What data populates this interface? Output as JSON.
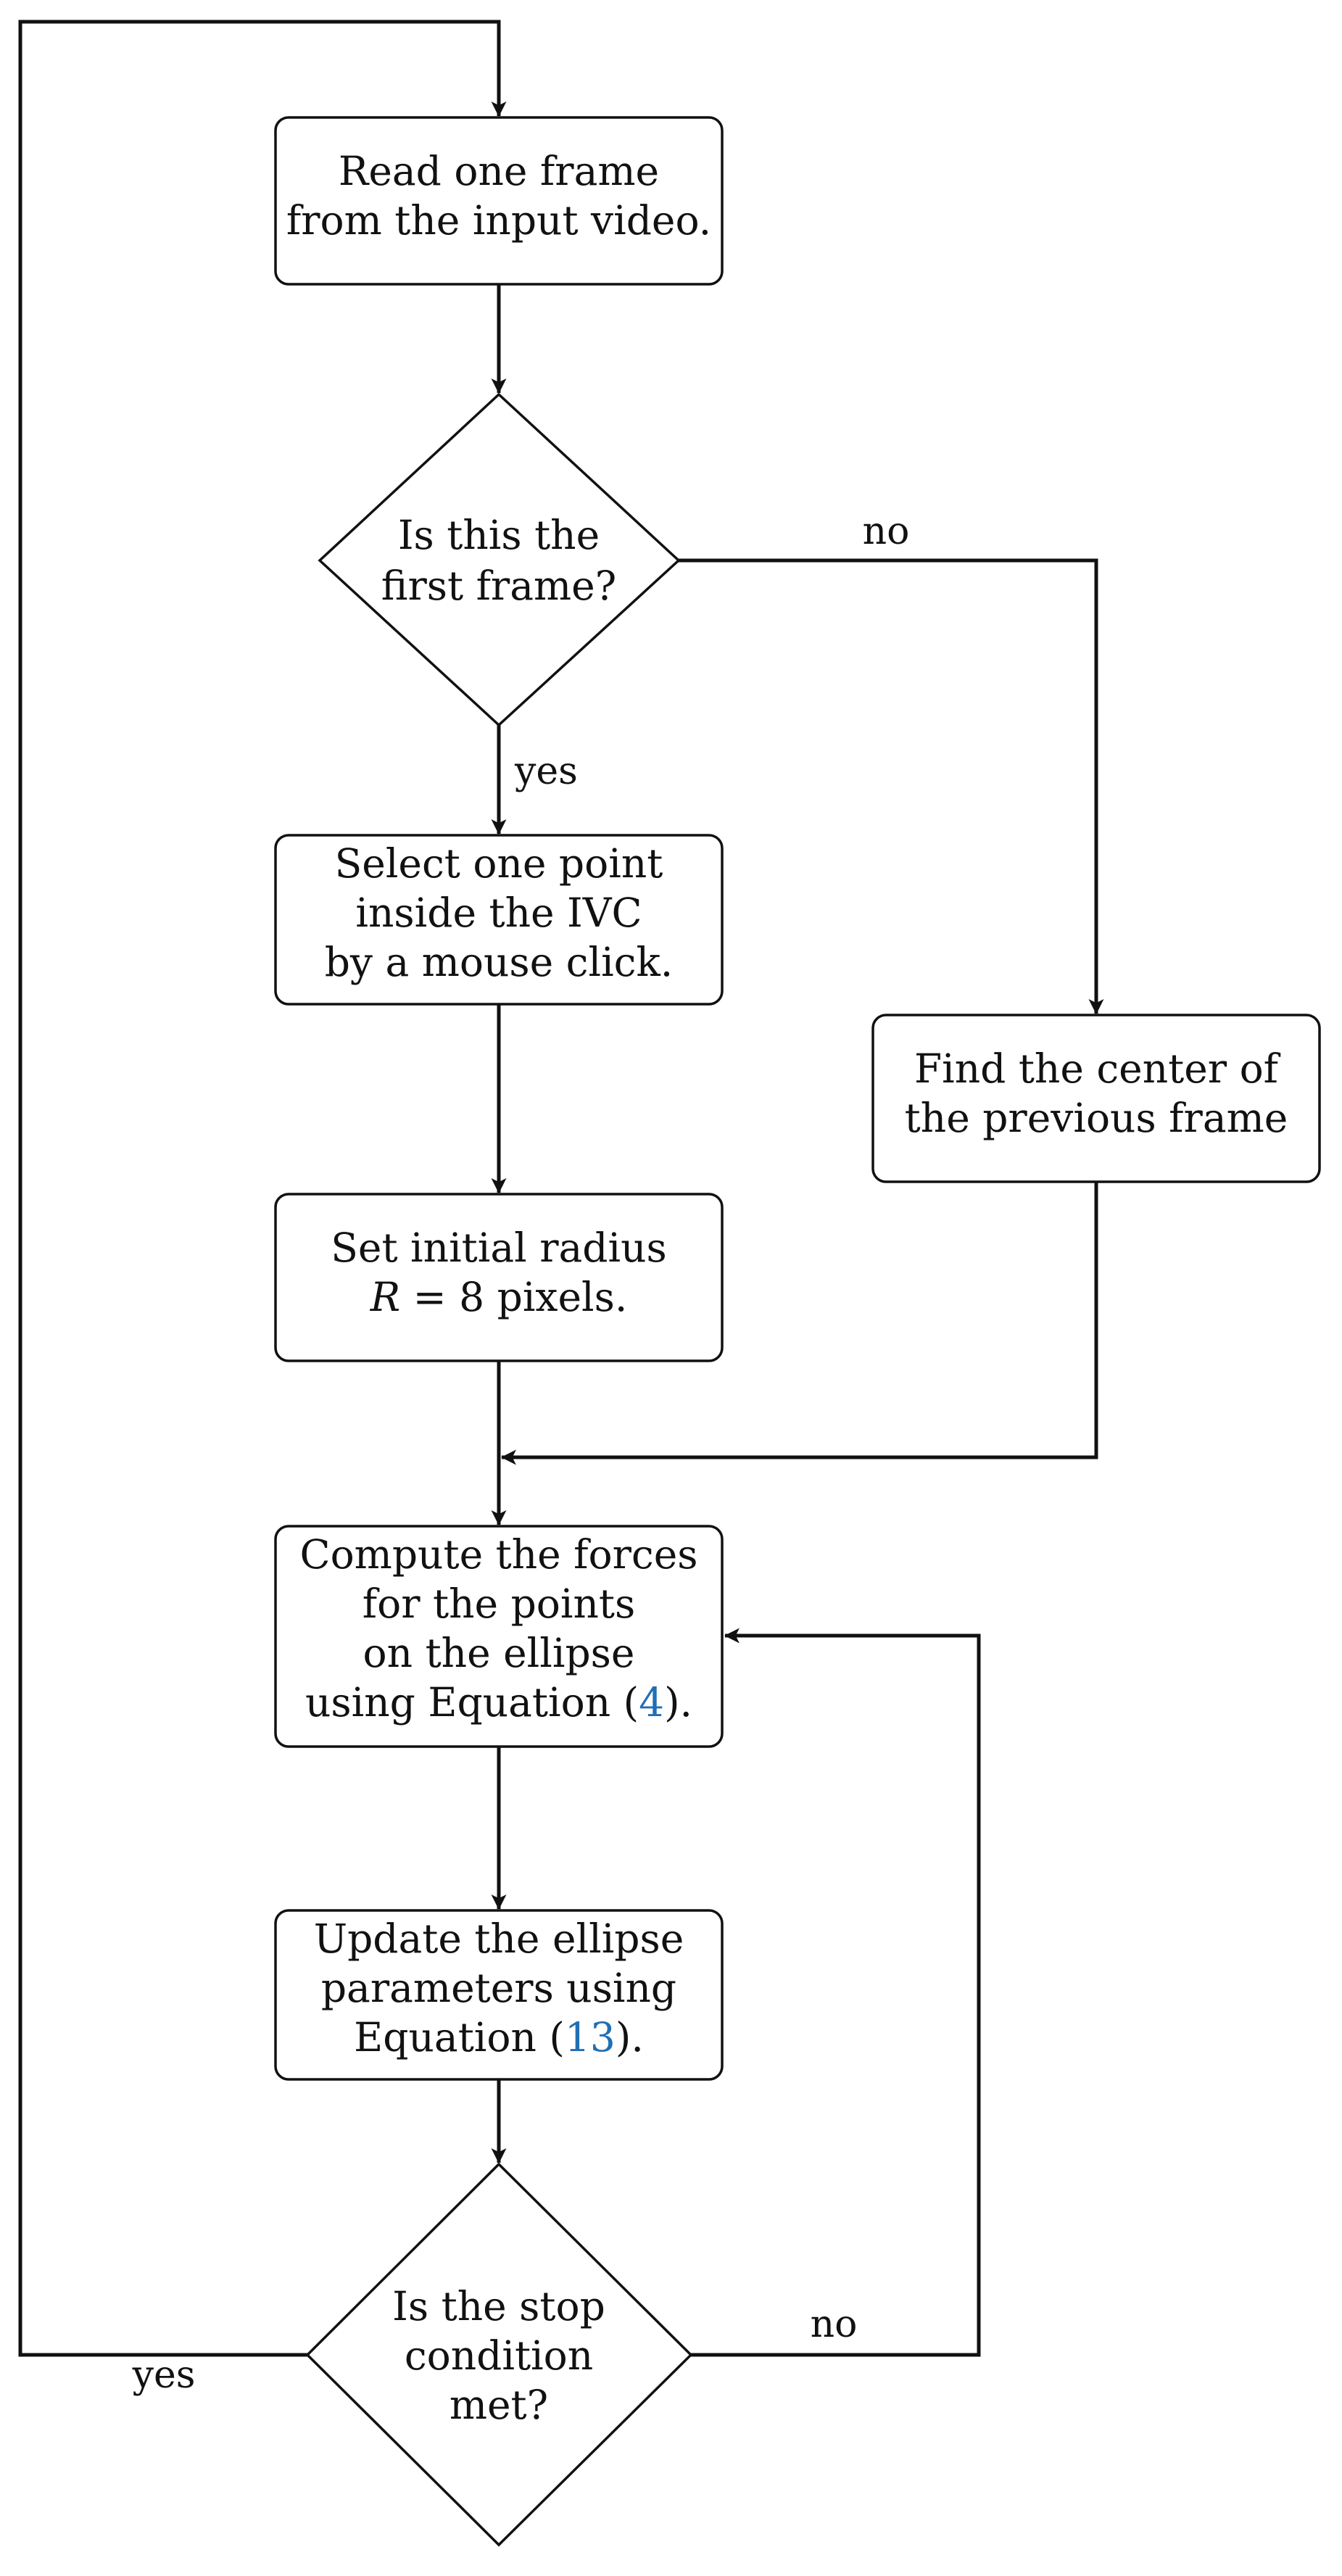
{
  "nodes": {
    "read_frame": {
      "line1": "Read one frame",
      "line2": "from the input video."
    },
    "first_frame_decision": {
      "line1": "Is this the",
      "line2": "first frame?"
    },
    "select_point": {
      "line1": "Select one point",
      "line2": "inside the IVC",
      "line3": "by a mouse click."
    },
    "find_center": {
      "line1": "Find the center of",
      "line2": "the previous frame"
    },
    "set_radius": {
      "line1": "Set initial radius",
      "line2_var": "R",
      "line2_rest": " = 8 pixels."
    },
    "compute_forces": {
      "line1": "Compute the forces",
      "line2": "for the points",
      "line3": "on the ellipse",
      "line4_pre": "using Equation (",
      "line4_ref": "4",
      "line4_post": ")."
    },
    "update_params": {
      "line1": "Update the ellipse",
      "line2": "parameters using",
      "line3_pre": "Equation (",
      "line3_ref": "13",
      "line3_post": ")."
    },
    "stop_decision": {
      "line1": "Is the stop",
      "line2": "condition",
      "line3": "met?"
    }
  },
  "edge_labels": {
    "first_frame_no": "no",
    "first_frame_yes": "yes",
    "stop_no": "no",
    "stop_yes": "yes"
  },
  "colors": {
    "stroke": "#111111",
    "reference_link": "#1f6fb5",
    "background": "#ffffff"
  }
}
